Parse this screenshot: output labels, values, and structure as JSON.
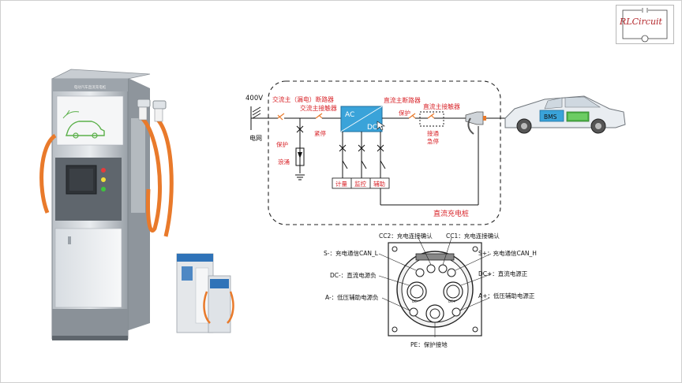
{
  "logo": {
    "text": "RLCircuit"
  },
  "charger_device": {
    "panel_label": "电动汽车直流充电桩",
    "indicator_colors": [
      "#e53b3b",
      "#f3e13a",
      "#3ec43e"
    ]
  },
  "schematic": {
    "voltage": "400V",
    "grid": "电网",
    "ac_breaker": "交流主（漏电）断路器",
    "ac_contactor": "交流主接触器",
    "estop": "紧停",
    "protect_left": "保护",
    "surge": "浪涌",
    "converter_ac": "AC",
    "converter_dc": "DC",
    "dc_breaker": "直流主断路器",
    "protect_right": "保护",
    "dc_contactor": "直流主接触器",
    "connect_estop": "接通\n急停",
    "meter": "计量",
    "monitor": "监控",
    "aux": "辅助",
    "pile_label": "直流充电桩",
    "bms": "BMS"
  },
  "connector": {
    "cc2": "CC2：充电连接确认",
    "cc1": "CC1：充电连接确认",
    "s_minus": "S-：充电通信CAN_L",
    "s_plus": "S+：充电通信CAN_H",
    "dc_minus": "DC-：直流电源负",
    "dc_plus": "DC+：直流电源正",
    "a_minus": "A-：低压辅助电源负",
    "a_plus": "A+：低压辅助电源正",
    "pe": "PE：保护接地",
    "pin_dc_minus": "DC-",
    "pin_dc_plus": "DC+"
  },
  "colors": {
    "red_label": "#d9262b",
    "converter": "#3aa3d9",
    "accent_orange": "#e97a2b"
  }
}
